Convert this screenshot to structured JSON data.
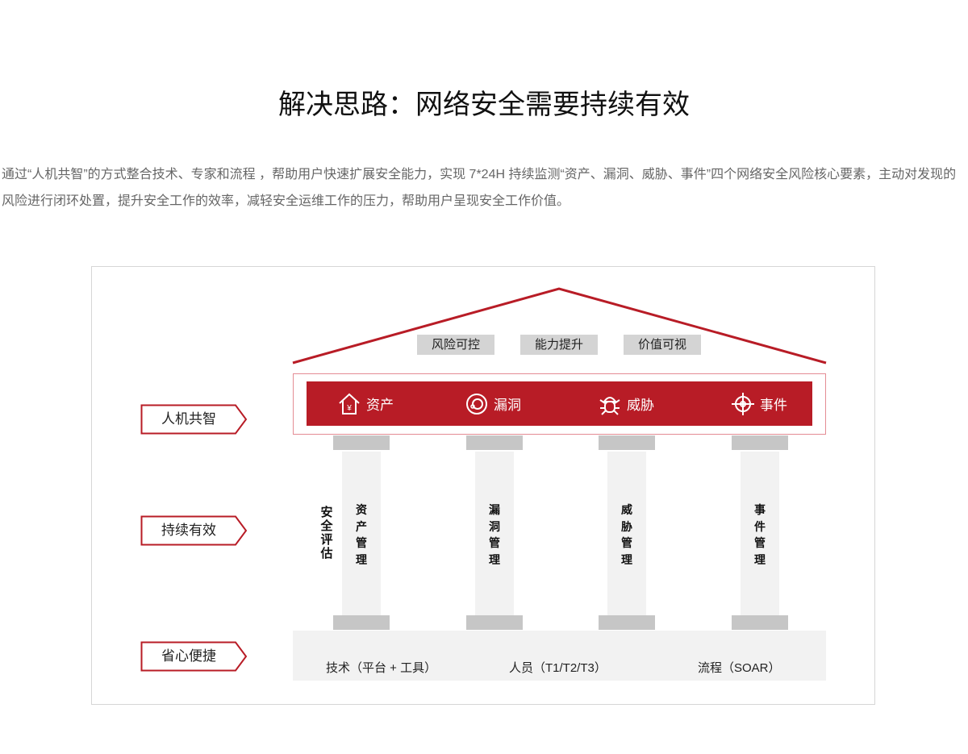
{
  "title": "解决思路：网络安全需要持续有效",
  "intro": "通过“人机共智”的方式整合技术、专家和流程 ，帮助用户快速扩展安全能力，实现 7*24H 持续监测“资产、漏洞、威胁、事件”四个网络安全风险核心要素，主动对发现的风险进行闭环处置，提升安全工作的效率，减轻安全运维工作的压力，帮助用户呈现安全工作价值。",
  "roof": [
    "风险可控",
    "能力提升",
    "价值可视"
  ],
  "band": [
    {
      "label": "资产",
      "icon": "house-yen-icon"
    },
    {
      "label": "漏洞",
      "icon": "vulnerability-icon"
    },
    {
      "label": "威胁",
      "icon": "bug-icon"
    },
    {
      "label": "事件",
      "icon": "target-icon"
    }
  ],
  "left_tags": [
    "人机共智",
    "持续有效",
    "省心便捷"
  ],
  "side_label": "安全评估",
  "pillars": [
    "资产管理",
    "漏洞管理",
    "威胁管理",
    "事件管理"
  ],
  "base": [
    "技术（平台 + 工具）",
    "人员（T1/T2/T3）",
    "流程（SOAR）"
  ],
  "colors": {
    "brand": "#b81c26"
  }
}
